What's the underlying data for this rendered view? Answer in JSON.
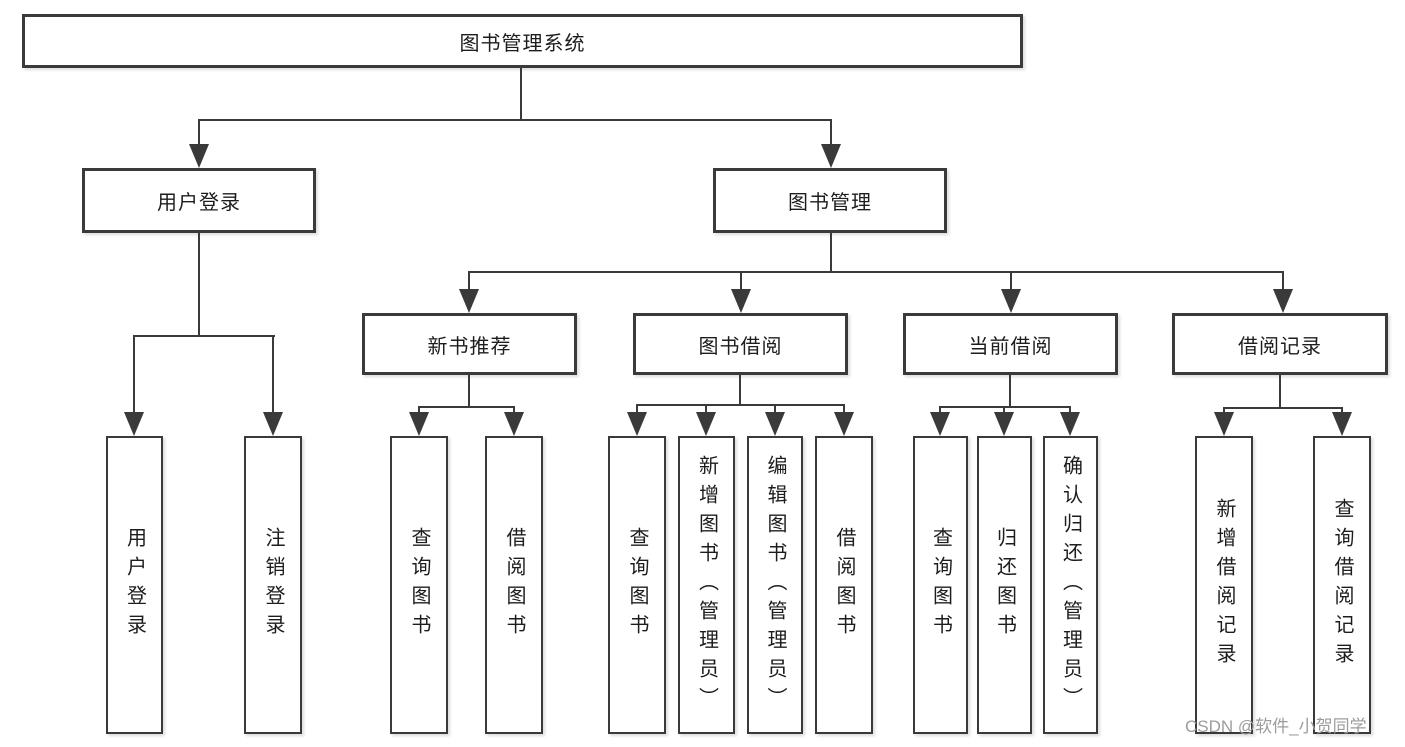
{
  "tree": {
    "label": "图书管理系统",
    "children": [
      {
        "label": "用户登录",
        "children": [
          {
            "label": "用户登录"
          },
          {
            "label": "注销登录"
          }
        ]
      },
      {
        "label": "图书管理",
        "children": [
          {
            "label": "新书推荐",
            "children": [
              {
                "label": "查询图书"
              },
              {
                "label": "借阅图书"
              }
            ]
          },
          {
            "label": "图书借阅",
            "children": [
              {
                "label": "查询图书"
              },
              {
                "label": "新增图书（管理员）"
              },
              {
                "label": "编辑图书（管理员）"
              },
              {
                "label": "借阅图书"
              }
            ]
          },
          {
            "label": "当前借阅",
            "children": [
              {
                "label": "查询图书"
              },
              {
                "label": "归还图书"
              },
              {
                "label": "确认归还（管理员）"
              }
            ]
          },
          {
            "label": "借阅记录",
            "children": [
              {
                "label": "新增借阅记录"
              },
              {
                "label": "查询借阅记录"
              }
            ]
          }
        ]
      }
    ]
  },
  "watermark": "CSDN @软件_小贺同学",
  "colors": {
    "line": "#3a3a3a",
    "text": "#1d1d1f",
    "watermark": "#9c9c9c",
    "background": "#ffffff"
  }
}
